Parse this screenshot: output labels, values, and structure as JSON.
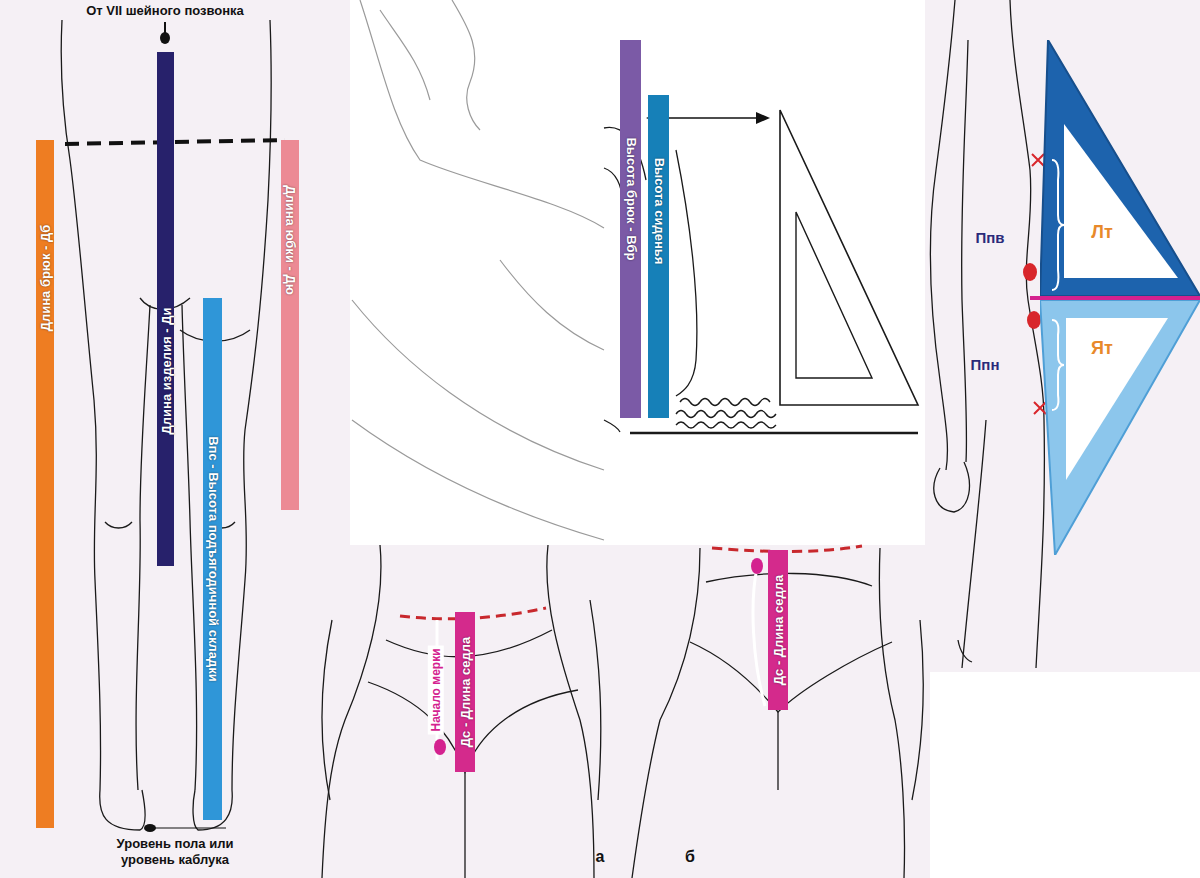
{
  "diagram": {
    "nodes": [
      {
        "text": [
          "Длина брюк - Дб"
        ]
      },
      {
        "text": [
          "Длина изделия - Ди"
        ]
      },
      {
        "text": [
          "Длина юбки - Дю"
        ]
      },
      {
        "text": [
          "Впс - Высота подъягодичной складки"
        ]
      },
      {
        "text": [
          "Высота брюк - Вбр"
        ]
      },
      {
        "text": [
          "Высота сиденья"
        ]
      },
      {
        "text": [
          "Лт"
        ]
      },
      {
        "text": [
          "Ят"
        ]
      },
      {
        "text": [
          "Дс - Длина седла"
        ]
      },
      {
        "text": [
          "Дс - Длина седла"
        ]
      }
    ],
    "labels": [
      "От VII шейного позвонка",
      "Уровень пола или уровень каблука",
      "Ппв",
      "Ппн",
      "Начало мерки",
      "а",
      "б"
    ]
  }
}
